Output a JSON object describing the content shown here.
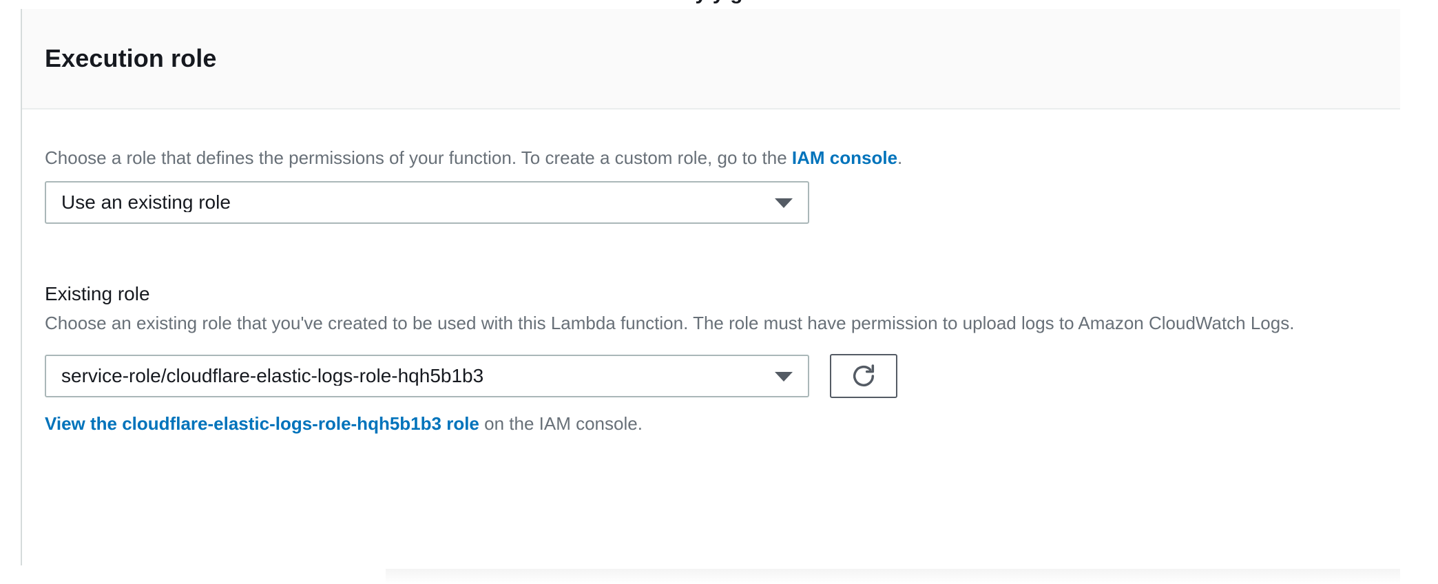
{
  "clipped_text_above": "y    y          g",
  "card": {
    "title": "Execution role",
    "role_type": {
      "description_before_link": "Choose a role that defines the permissions of your function. To create a custom role, go to the ",
      "link_text": "IAM console",
      "description_after_link": ".",
      "select_value": "Use an existing role",
      "caret_icon": "chevron-down-icon"
    },
    "existing_role": {
      "label": "Existing role",
      "helper_text": "Choose an existing role that you've created to be used with this Lambda function. The role must have permission to upload logs to Amazon CloudWatch Logs.",
      "select_value": "service-role/cloudflare-elastic-logs-role-hqh5b1b3",
      "caret_icon": "chevron-down-icon",
      "refresh_button_icon": "refresh-icon",
      "view_link_text": "View the cloudflare-elastic-logs-role-hqh5b1b3 role",
      "view_link_suffix": " on the IAM console."
    }
  },
  "colors": {
    "link": "#0073bb",
    "text": "#16191f",
    "muted_text": "#687078",
    "border": "#aab7b8",
    "header_bg": "#fafafa",
    "divider": "#eaeded",
    "button_border": "#545b64"
  }
}
